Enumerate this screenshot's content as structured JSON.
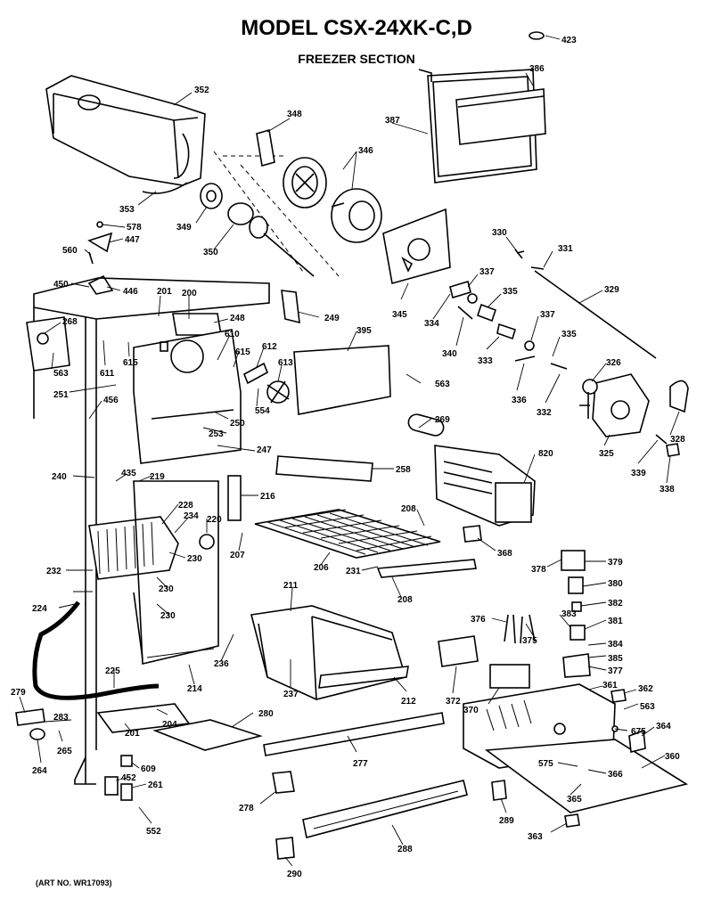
{
  "header": {
    "title": "MODEL CSX-24XK-C,D",
    "section": "FREEZER SECTION"
  },
  "footer": {
    "art_number": "(ART NO. WR17093)"
  },
  "callouts": [
    {
      "id": "423",
      "label": "423"
    },
    {
      "id": "386",
      "label": "386"
    },
    {
      "id": "387",
      "label": "387"
    },
    {
      "id": "352",
      "label": "352"
    },
    {
      "id": "348",
      "label": "348"
    },
    {
      "id": "346",
      "label": "346"
    },
    {
      "id": "353",
      "label": "353"
    },
    {
      "id": "349",
      "label": "349"
    },
    {
      "id": "350",
      "label": "350"
    },
    {
      "id": "578",
      "label": "578"
    },
    {
      "id": "447",
      "label": "447"
    },
    {
      "id": "560",
      "label": "560"
    },
    {
      "id": "450",
      "label": "450"
    },
    {
      "id": "446",
      "label": "446"
    },
    {
      "id": "330",
      "label": "330"
    },
    {
      "id": "331",
      "label": "331"
    },
    {
      "id": "329",
      "label": "329"
    },
    {
      "id": "337a",
      "label": "337"
    },
    {
      "id": "335a",
      "label": "335"
    },
    {
      "id": "345",
      "label": "345"
    },
    {
      "id": "334",
      "label": "334"
    },
    {
      "id": "337b",
      "label": "337"
    },
    {
      "id": "340",
      "label": "340"
    },
    {
      "id": "333",
      "label": "333"
    },
    {
      "id": "335b",
      "label": "335"
    },
    {
      "id": "326",
      "label": "326"
    },
    {
      "id": "336",
      "label": "336"
    },
    {
      "id": "332",
      "label": "332"
    },
    {
      "id": "325",
      "label": "325"
    },
    {
      "id": "328",
      "label": "328"
    },
    {
      "id": "339",
      "label": "339"
    },
    {
      "id": "338",
      "label": "338"
    },
    {
      "id": "201a",
      "label": "201"
    },
    {
      "id": "200",
      "label": "200"
    },
    {
      "id": "248",
      "label": "248"
    },
    {
      "id": "249",
      "label": "249"
    },
    {
      "id": "268",
      "label": "268"
    },
    {
      "id": "610",
      "label": "610"
    },
    {
      "id": "612",
      "label": "612"
    },
    {
      "id": "395",
      "label": "395"
    },
    {
      "id": "563a",
      "label": "563"
    },
    {
      "id": "611",
      "label": "611"
    },
    {
      "id": "615a",
      "label": "615"
    },
    {
      "id": "615b",
      "label": "615"
    },
    {
      "id": "613",
      "label": "613"
    },
    {
      "id": "563b",
      "label": "563"
    },
    {
      "id": "251",
      "label": "251"
    },
    {
      "id": "456",
      "label": "456"
    },
    {
      "id": "554",
      "label": "554"
    },
    {
      "id": "253",
      "label": "253"
    },
    {
      "id": "250",
      "label": "250"
    },
    {
      "id": "269",
      "label": "269"
    },
    {
      "id": "247",
      "label": "247"
    },
    {
      "id": "240",
      "label": "240"
    },
    {
      "id": "435",
      "label": "435"
    },
    {
      "id": "219",
      "label": "219"
    },
    {
      "id": "258",
      "label": "258"
    },
    {
      "id": "820",
      "label": "820"
    },
    {
      "id": "216",
      "label": "216"
    },
    {
      "id": "228",
      "label": "228"
    },
    {
      "id": "234",
      "label": "234"
    },
    {
      "id": "220",
      "label": "220"
    },
    {
      "id": "208a",
      "label": "208"
    },
    {
      "id": "230a",
      "label": "230"
    },
    {
      "id": "207",
      "label": "207"
    },
    {
      "id": "206",
      "label": "206"
    },
    {
      "id": "368",
      "label": "368"
    },
    {
      "id": "232",
      "label": "232"
    },
    {
      "id": "231",
      "label": "231"
    },
    {
      "id": "378",
      "label": "378"
    },
    {
      "id": "379",
      "label": "379"
    },
    {
      "id": "230b",
      "label": "230"
    },
    {
      "id": "380",
      "label": "380"
    },
    {
      "id": "211",
      "label": "211"
    },
    {
      "id": "208b",
      "label": "208"
    },
    {
      "id": "382",
      "label": "382"
    },
    {
      "id": "224",
      "label": "224"
    },
    {
      "id": "230c",
      "label": "230"
    },
    {
      "id": "376",
      "label": "376"
    },
    {
      "id": "383",
      "label": "383"
    },
    {
      "id": "381",
      "label": "381"
    },
    {
      "id": "375",
      "label": "375"
    },
    {
      "id": "384",
      "label": "384"
    },
    {
      "id": "385a",
      "label": "385"
    },
    {
      "id": "236",
      "label": "236"
    },
    {
      "id": "225",
      "label": "225"
    },
    {
      "id": "377",
      "label": "377"
    },
    {
      "id": "237",
      "label": "237"
    },
    {
      "id": "212",
      "label": "212"
    },
    {
      "id": "372",
      "label": "372"
    },
    {
      "id": "370",
      "label": "370"
    },
    {
      "id": "361",
      "label": "361"
    },
    {
      "id": "362",
      "label": "362"
    },
    {
      "id": "214",
      "label": "214"
    },
    {
      "id": "279",
      "label": "279"
    },
    {
      "id": "563c",
      "label": "563"
    },
    {
      "id": "283",
      "label": "283"
    },
    {
      "id": "204",
      "label": "204"
    },
    {
      "id": "280",
      "label": "280"
    },
    {
      "id": "675",
      "label": "675"
    },
    {
      "id": "364",
      "label": "364"
    },
    {
      "id": "265",
      "label": "265"
    },
    {
      "id": "201b",
      "label": "201"
    },
    {
      "id": "360",
      "label": "360"
    },
    {
      "id": "277",
      "label": "277"
    },
    {
      "id": "264",
      "label": "264"
    },
    {
      "id": "609",
      "label": "609"
    },
    {
      "id": "575",
      "label": "575"
    },
    {
      "id": "366",
      "label": "366"
    },
    {
      "id": "452",
      "label": "452"
    },
    {
      "id": "261",
      "label": "261"
    },
    {
      "id": "278",
      "label": "278"
    },
    {
      "id": "365",
      "label": "365"
    },
    {
      "id": "289",
      "label": "289"
    },
    {
      "id": "552",
      "label": "552"
    },
    {
      "id": "363",
      "label": "363"
    },
    {
      "id": "288",
      "label": "288"
    },
    {
      "id": "290",
      "label": "290"
    }
  ]
}
